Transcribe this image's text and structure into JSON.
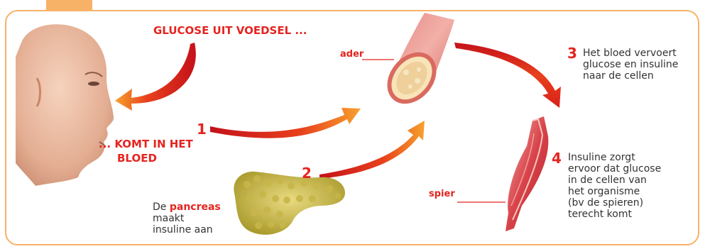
{
  "labels": {
    "food_glucose": "GLUCOSE UIT VOEDSEL ...",
    "into_blood_1": "... KOMT IN HET",
    "into_blood_2": "BLOED",
    "ader": "ader",
    "spier": "spier"
  },
  "steps": [
    {
      "number": "1"
    },
    {
      "number": "2"
    },
    {
      "number": "3",
      "text_lines": [
        "Het bloed vervoert",
        "glucose en insuline",
        "naar de cellen"
      ]
    },
    {
      "number": "4",
      "text_lines": [
        "Insuline zorgt",
        "ervoor dat glucose",
        "in de cellen van",
        "het organisme",
        "(bv de spieren)",
        "terecht komt"
      ]
    }
  ],
  "pancreas": {
    "prefix": "De ",
    "highlight": "pancreas",
    "lines": [
      "maakt",
      "insuline aan"
    ]
  },
  "colors": {
    "accent": "#e52420",
    "frame": "#f7b267",
    "arrow_orange": "#f59a2a"
  }
}
